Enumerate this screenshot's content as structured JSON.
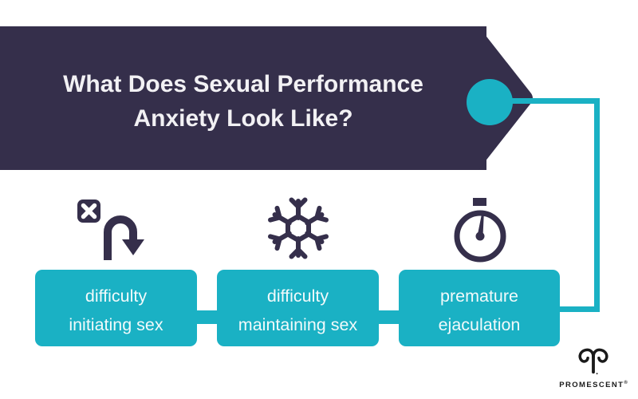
{
  "palette": {
    "banner_dark": "#352F4B",
    "teal_accent": "#1AB1C4",
    "title_text": "#F2F1F4",
    "box_text": "#F2FAFB",
    "logo_black": "#1A1A1A",
    "background": "#FFFFFF"
  },
  "header": {
    "title_line1": "What Does Sexual Performance",
    "title_line2": "Anxiety Look Like?"
  },
  "symptoms": [
    {
      "icon": "u-turn-x-icon",
      "label_line1": "difficulty",
      "label_line2": "initiating sex"
    },
    {
      "icon": "snowflake-icon",
      "label_line1": "difficulty",
      "label_line2": "maintaining sex"
    },
    {
      "icon": "stopwatch-icon",
      "label_line1": "premature",
      "label_line2": "ejaculation"
    }
  ],
  "footer": {
    "brand_name": "PROMESCENT",
    "registered_mark": "®"
  }
}
